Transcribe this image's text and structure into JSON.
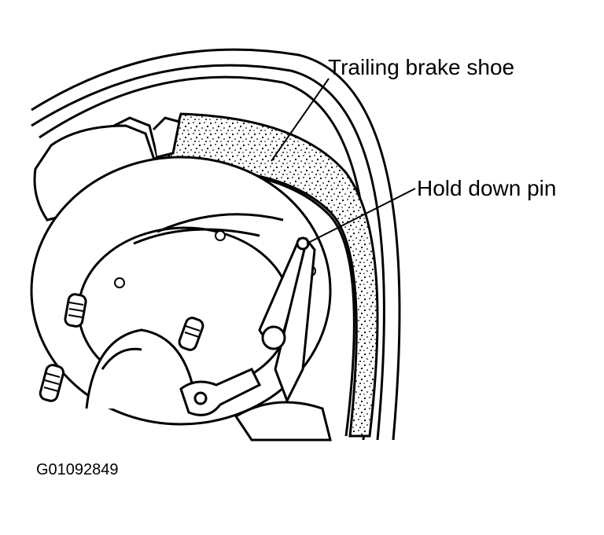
{
  "diagram": {
    "labels": {
      "trailing_brake_shoe": "Trailing brake shoe",
      "hold_down_pin": "Hold down pin"
    },
    "figure_id": "G01092849"
  }
}
